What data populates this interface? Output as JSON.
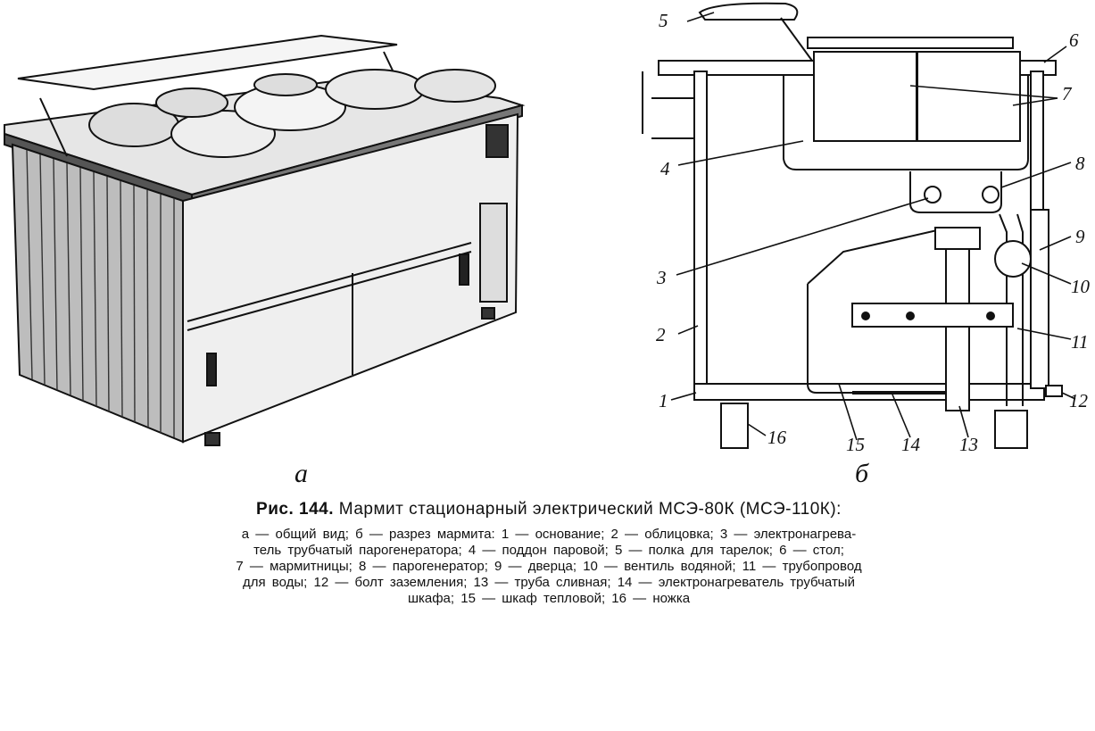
{
  "panels": {
    "a_label": "а",
    "b_label": "б"
  },
  "callouts": {
    "n1": "1",
    "n2": "2",
    "n3": "3",
    "n4": "4",
    "n5": "5",
    "n6": "6",
    "n7": "7",
    "n8": "8",
    "n9": "9",
    "n10": "10",
    "n11": "11",
    "n12": "12",
    "n13": "13",
    "n14": "14",
    "n15": "15",
    "n16": "16"
  },
  "caption": {
    "prefix": "Рис. 144.",
    "title": "Мармит стационарный электрический МСЭ-80К (МСЭ-110К):",
    "lines": [
      "а — общий вид; б — разрез мармита: 1 — основание; 2 — облицовка; 3 — электронагрева-",
      "тель трубчатый парогенератора; 4 — поддон паровой; 5 — полка для тарелок; 6 — стол;",
      "7 — мармитницы; 8 — парогенератор; 9 — дверца; 10 — вентиль водяной; 11 — трубопровод",
      "для воды; 12 — болт заземления; 13 — труба сливная; 14 — электронагреватель трубчатый",
      "шкафа; 15 — шкаф тепловой; 16 — ножка"
    ]
  },
  "colors": {
    "ink": "#111111",
    "paper": "#ffffff"
  }
}
